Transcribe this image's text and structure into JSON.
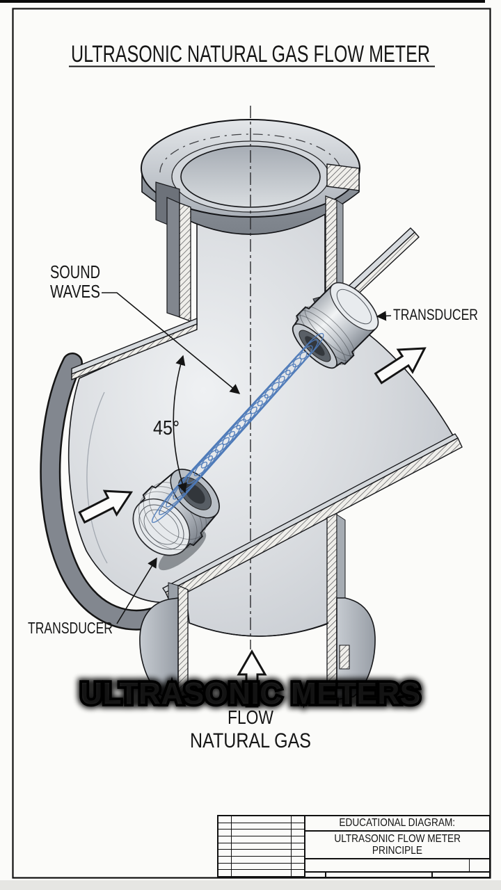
{
  "title": {
    "text": "ULTRASONIC NATURAL GAS FLOW METER"
  },
  "overlay_caption": {
    "text": "ULTRASONIC METERS"
  },
  "labels": {
    "sound_waves": {
      "line1": "SOUND",
      "line2": "WAVES"
    },
    "angle": "45°",
    "transducer_upper": "TRANSDUCER",
    "transducer_lower": "TRANSDUCER",
    "flow": "FLOW",
    "natural_gas": "NATURAL GAS"
  },
  "title_block": {
    "line1": "EDUCATIONAL DIAGRAM:",
    "line2": "ULTRASONIC FLOW METER",
    "line3": "PRINCIPLE"
  },
  "colors": {
    "wave_blue": "#4d7ab8",
    "line_dark": "#141414",
    "metal_light": "#dde1e5",
    "metal_mid": "#b6bbc3",
    "metal_dark": "#80858d",
    "paper": "#fbfbf9"
  },
  "icons": {
    "flow_arrows": "hollow-arrow",
    "leader_arrowheads": "solid-triangle"
  }
}
